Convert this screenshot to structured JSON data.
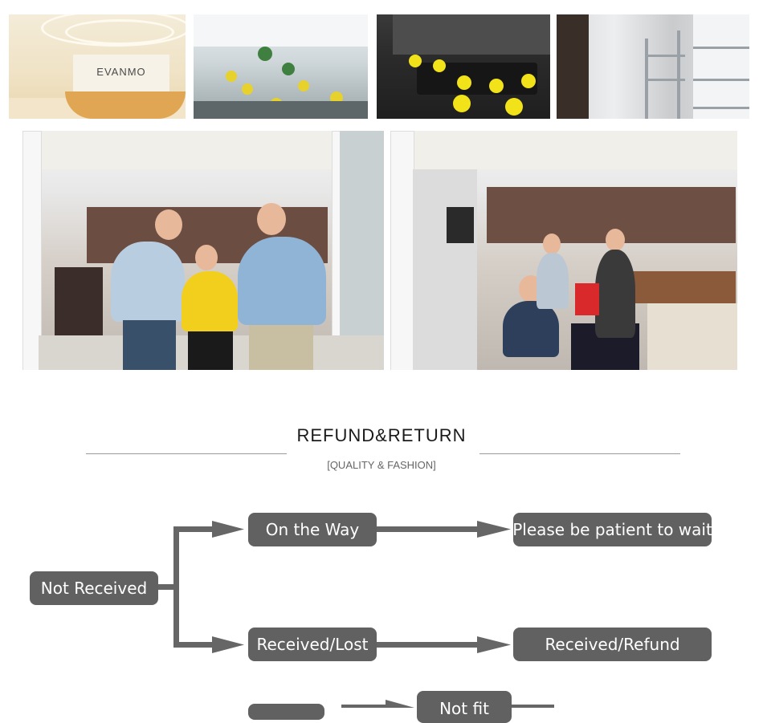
{
  "photos": {
    "reception_logo": "EVANMO"
  },
  "section": {
    "title": "REFUND&RETURN",
    "subtitle": "[QUALITY & FASHION]"
  },
  "flow": {
    "start": "Not Received",
    "top_mid": "On the Way",
    "top_end": "Please be patient to wait",
    "bottom_mid": "Received/Lost",
    "bottom_end": "Received/Refund",
    "partial_box": "Not fit"
  },
  "colors": {
    "box_fill": "#616161",
    "arrow": "#666666",
    "rule": "#9a9a9a"
  }
}
